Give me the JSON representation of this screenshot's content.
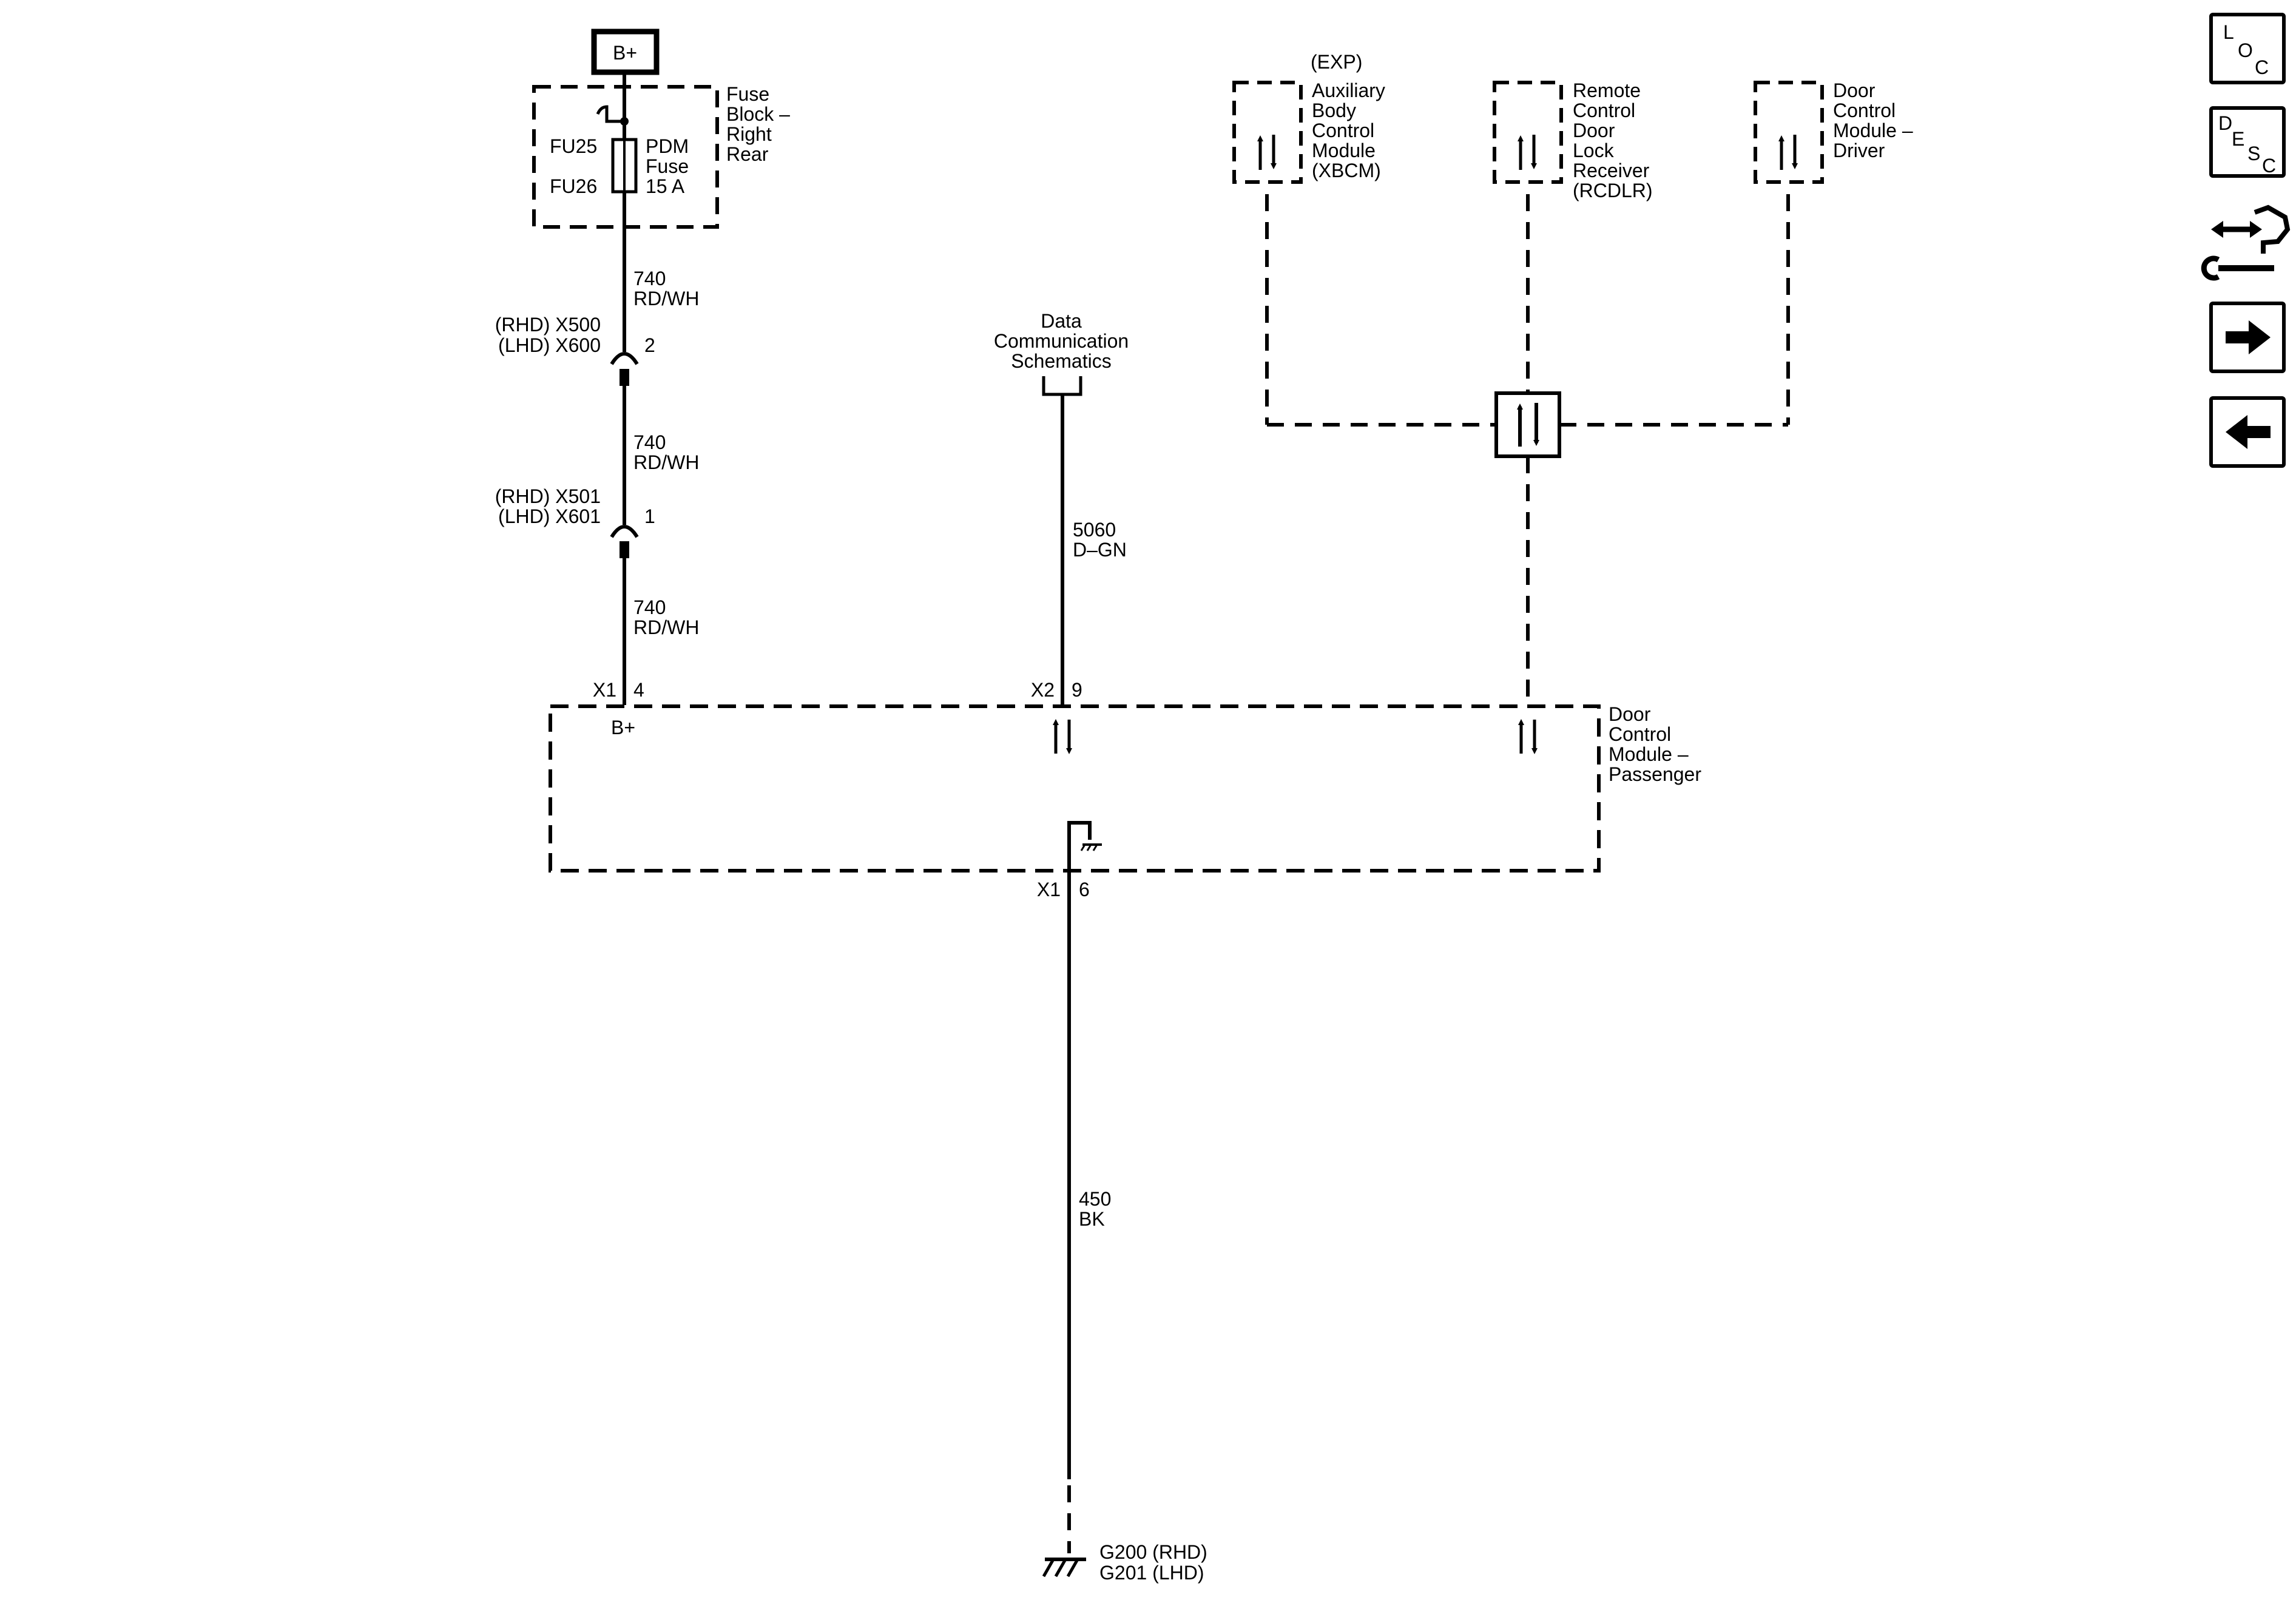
{
  "power": {
    "label": "B+"
  },
  "fuse_block": {
    "name_lines": [
      "Fuse",
      "Block –",
      "Right",
      "Rear"
    ],
    "fuse_ids": [
      "FU25",
      "FU26"
    ],
    "fuse_desc_lines": [
      "PDM",
      "Fuse",
      "15 A"
    ]
  },
  "wire_740": {
    "circuit": "740",
    "color": "RD/WH"
  },
  "connector_upper": {
    "rhd": "(RHD) X500",
    "lhd": "(LHD) X600",
    "pin": "2"
  },
  "connector_lower": {
    "rhd": "(RHD) X501",
    "lhd": "(LHD) X601",
    "pin": "1"
  },
  "data_comm": {
    "lines": [
      "Data",
      "Communication",
      "Schematics"
    ]
  },
  "wire_5060": {
    "circuit": "5060",
    "color": "D–GN"
  },
  "dcm_passenger": {
    "name_lines": [
      "Door",
      "Control",
      "Module –",
      "Passenger"
    ],
    "pin_bplus": {
      "connector": "X1",
      "pin": "4",
      "label": "B+"
    },
    "pin_data": {
      "connector": "X2",
      "pin": "9"
    },
    "pin_ground": {
      "connector": "X1",
      "pin": "6"
    }
  },
  "xbcm": {
    "option": "(EXP)",
    "name_lines": [
      "Auxiliary",
      "Body",
      "Control",
      "Module",
      "(XBCM)"
    ]
  },
  "rcdlr": {
    "name_lines": [
      "Remote",
      "Control",
      "Door",
      "Lock",
      "Receiver",
      "(RCDLR)"
    ]
  },
  "dcm_driver": {
    "name_lines": [
      "Door",
      "Control",
      "Module –",
      "Driver"
    ]
  },
  "wire_450": {
    "circuit": "450",
    "color": "BK"
  },
  "ground": {
    "rhd": "G200 (RHD)",
    "lhd": "G201 (LHD)"
  },
  "nav": {
    "loc": {
      "letters": [
        "L",
        "O",
        "C"
      ],
      "icon": "location-icon"
    },
    "desc": {
      "letters": [
        "D",
        "E",
        "S",
        "C"
      ],
      "icon": "description-icon"
    },
    "connector_icon": "connector-wrench-icon",
    "next_icon": "arrow-right-icon",
    "prev_icon": "arrow-left-icon"
  }
}
